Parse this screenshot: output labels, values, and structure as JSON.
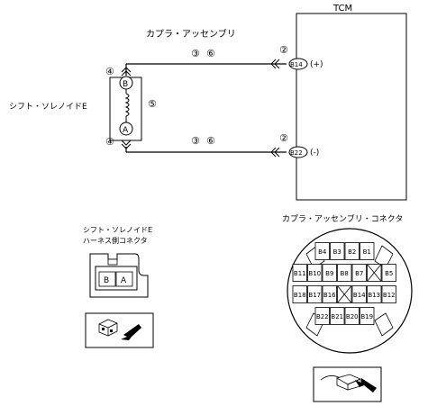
{
  "tcm": {
    "title": "TCM"
  },
  "harness": {
    "label": "カプラ・アッセンブリ",
    "wire_numbers": [
      "③",
      "⑥"
    ],
    "connector_mark": "②",
    "terminals": [
      {
        "name": "B14",
        "polarity": "(+)"
      },
      {
        "name": "B22",
        "polarity": "(-)"
      }
    ]
  },
  "solenoid": {
    "label": "シフト・ソレノイドE",
    "pin_top": "B",
    "pin_bottom": "A",
    "coil_mark": "⑤",
    "wire_mark": "④"
  },
  "harness_connector": {
    "title_line1": "シフト・ソレノイドE",
    "title_line2": "ハーネス側コネクタ",
    "pins": [
      "B",
      "A"
    ]
  },
  "assembly_connector": {
    "title": "カプラ・アッセンブリ・コネクタ",
    "rows": [
      [
        "B4",
        "B3",
        "B2",
        "B1"
      ],
      [
        "B11",
        "B10",
        "B9",
        "B8",
        "B7",
        "",
        "B5"
      ],
      [
        "B18",
        "B17",
        "B16",
        "",
        "B14",
        "B13",
        "B12"
      ],
      [
        "B22",
        "B21",
        "B20",
        "B19"
      ]
    ]
  },
  "icons": {
    "arrow_in": "connector-insert-arrow-icon",
    "wire_end": "double-chevron-terminal-icon"
  }
}
